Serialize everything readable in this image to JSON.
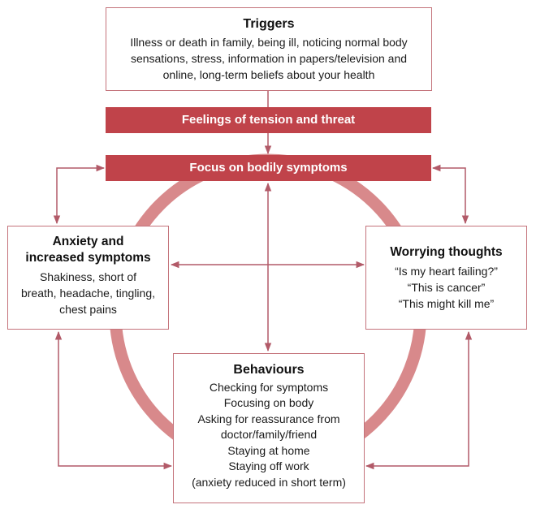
{
  "diagram": {
    "colors": {
      "banner": "#c0434a",
      "ring": "#d8898b",
      "arrow": "#b25a68",
      "box_border": "#c4737b"
    },
    "triggers": {
      "title": "Triggers",
      "lines": [
        "Illness or death in family, being ill, noticing normal body",
        "sensations, stress, information in papers/television and",
        "online, long-term beliefs about your health"
      ]
    },
    "feelings_banner": "Feelings of tension and threat",
    "focus_banner": "Focus on bodily symptoms",
    "anxiety": {
      "title_lines": [
        "Anxiety and",
        "increased symptoms"
      ],
      "lines": [
        "Shakiness, short of",
        "breath, headache, tingling,",
        "chest pains"
      ]
    },
    "worrying": {
      "title": "Worrying thoughts",
      "lines": [
        "“Is my heart failing?”",
        "“This is cancer”",
        "“This might kill me”"
      ]
    },
    "behaviours": {
      "title": "Behaviours",
      "lines": [
        "Checking for symptoms",
        "Focusing on body",
        "Asking for reassurance from",
        "doctor/family/friend",
        "Staying at home",
        "Staying off work",
        "(anxiety reduced in short term)"
      ]
    }
  }
}
